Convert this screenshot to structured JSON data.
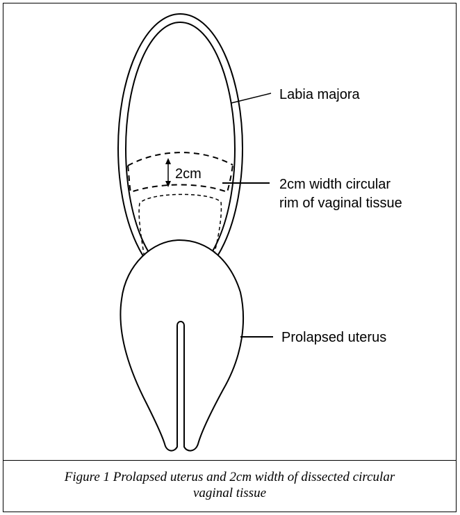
{
  "labels": {
    "labia": "Labia majora",
    "rim_line1": "2cm width circular",
    "rim_line2": "rim of vaginal tissue",
    "width_mark": "2cm",
    "uterus": "Prolapsed uterus"
  },
  "caption": {
    "line1": "Figure 1 Prolapsed uterus and 2cm width of dissected circular",
    "line2": "vaginal tissue"
  }
}
